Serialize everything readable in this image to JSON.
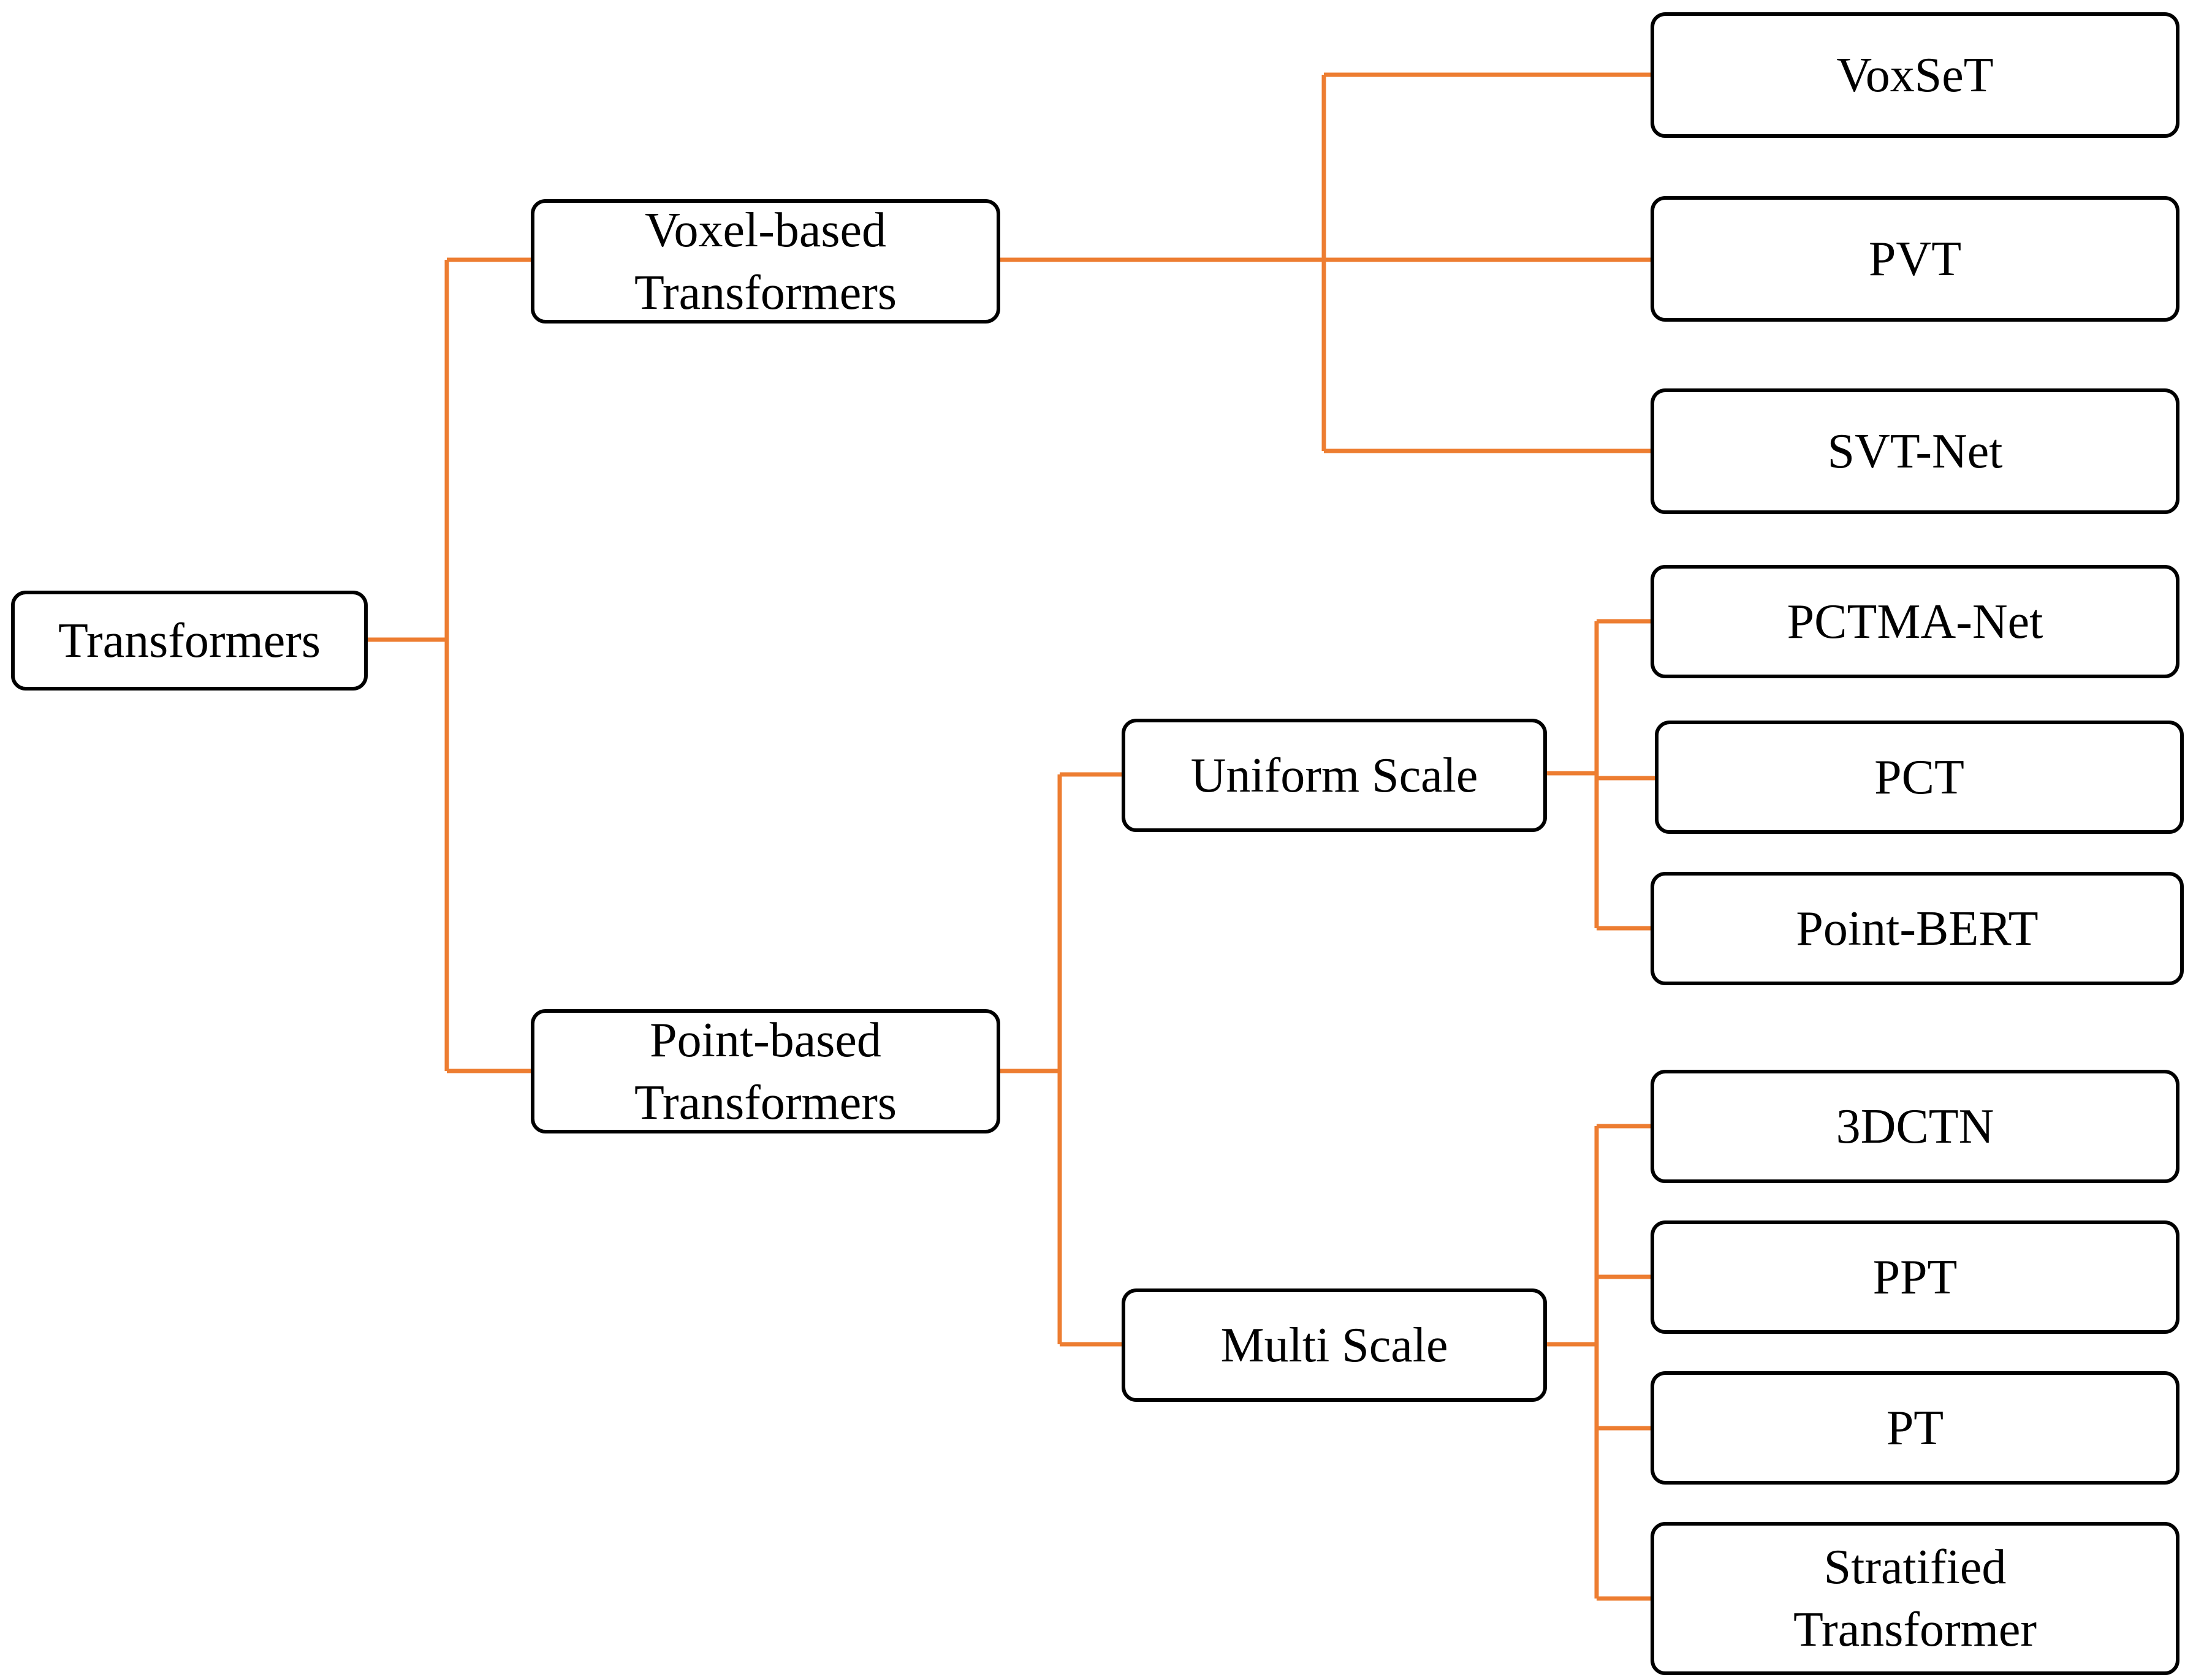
{
  "colors": {
    "connector": "#ED7D31",
    "border": "#000000",
    "text": "#000000",
    "background": "#FFFFFF"
  },
  "nodes": {
    "root": {
      "label": "Transformers"
    },
    "voxel": {
      "label_line1": "Voxel-based",
      "label_line2": "Transformers"
    },
    "point": {
      "label_line1": "Point-based",
      "label_line2": "Transformers"
    },
    "uniform": {
      "label": "Uniform Scale"
    },
    "multi": {
      "label": "Multi Scale"
    },
    "voxset": {
      "label": "VoxSeT"
    },
    "pvt": {
      "label": "PVT"
    },
    "svtnet": {
      "label": "SVT-Net"
    },
    "pctma": {
      "label": "PCTMA-Net"
    },
    "pct": {
      "label": "PCT"
    },
    "pointbert": {
      "label": "Point-BERT"
    },
    "dctn": {
      "label": "3DCTN"
    },
    "ppt": {
      "label": "PPT"
    },
    "pt": {
      "label": "PT"
    },
    "stratified": {
      "label_line1": "Stratified",
      "label_line2": "Transformer"
    }
  }
}
